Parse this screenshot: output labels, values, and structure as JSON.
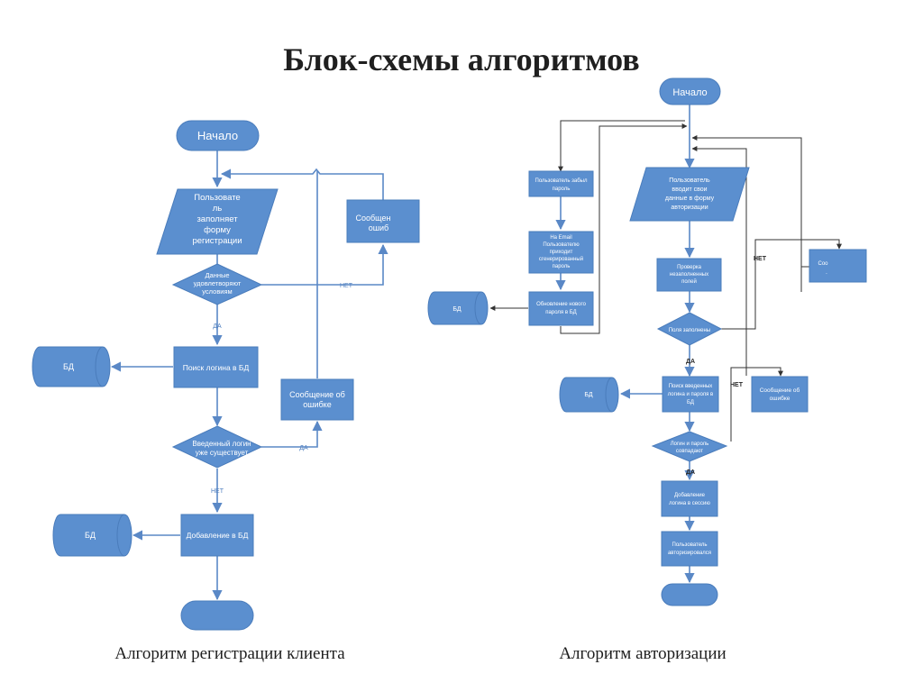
{
  "title": "Блок-схемы алгоритмов",
  "captions": {
    "left": "Алгоритм регистрации клиента",
    "right": "Алгоритм авторизации"
  },
  "registration": {
    "start": "Начало",
    "fill_form": [
      "Пользовате",
      "ль",
      "заполняет",
      "форму",
      "регистрации"
    ],
    "check_data": [
      "Данные",
      "удовлетворяют",
      "условиям"
    ],
    "no_label": "НЕТ",
    "yes_label": "ДА",
    "error_top": [
      "Сообщен",
      "ошиб"
    ],
    "db_1": "БД",
    "search_login": "Поиск логина в БД",
    "error_mid": [
      "Сообщение об",
      "ошибке"
    ],
    "login_exists": [
      "Введенный логин",
      "уже существует"
    ],
    "yes_label_2": "ДА",
    "no_label_2": "НЕТ",
    "db_2": "БД",
    "add_db": "Добавление в БД"
  },
  "authorization": {
    "start": "Начало",
    "forgot": [
      "Пользователь забыл",
      "пароль"
    ],
    "email": [
      "На Email",
      "Пользователю",
      "приходит",
      "сгенерированный",
      "пароль"
    ],
    "update_pwd": [
      "Обновление нового",
      "пароля в БД"
    ],
    "db_1": "БД",
    "enter_form": [
      "Пользователь",
      "вводит свои",
      "данные в форму",
      "авторизации"
    ],
    "check_fields": [
      "Проверка",
      "незаполненных",
      "полей"
    ],
    "fields_filled": "Поля заполнены",
    "no_1": "НЕТ",
    "msg_small": [
      "Соо",
      "."
    ],
    "yes_1": "ДА",
    "search": [
      "Поиск введенных",
      "логина и пароля в",
      "БД"
    ],
    "db_2": "БД",
    "no_2": "НЕТ",
    "error": [
      "Сообщение об",
      "ошибке"
    ],
    "match": [
      "Логин и пароль",
      "совпадают"
    ],
    "yes_2": "ДА",
    "add_session": [
      "Добавление",
      "логина в сессию"
    ],
    "authorized": [
      "Пользователь",
      "авторизировался"
    ]
  }
}
